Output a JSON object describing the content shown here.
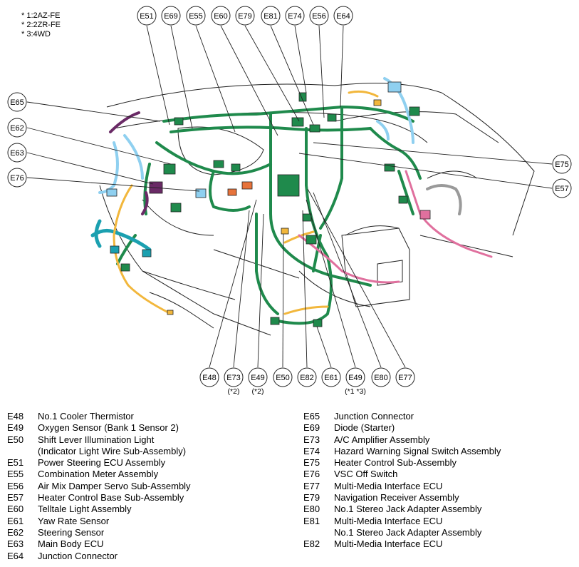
{
  "notes": [
    "* 1:2AZ-FE",
    "* 2:2ZR-FE",
    "* 3:4WD"
  ],
  "callouts_top": [
    "E51",
    "E69",
    "E55",
    "E60",
    "E79",
    "E81",
    "E74",
    "E56",
    "E64"
  ],
  "callouts_left": [
    "E65",
    "E62",
    "E63",
    "E76"
  ],
  "callouts_right": [
    "E75",
    "E57"
  ],
  "callouts_bottom": [
    "E48",
    "E73",
    "E49",
    "E50",
    "E82",
    "E61",
    "E49",
    "E80",
    "E77"
  ],
  "bottom_notes": {
    "e73": "(*2)",
    "e49a": "(*2)",
    "e49b": "(*1 *3)"
  },
  "colors": {
    "harness_green": "#1f8a4c",
    "harness_yellow": "#f2b73c",
    "harness_blue": "#8fd0f0",
    "harness_pink": "#e0709e",
    "harness_purple": "#6a2a66",
    "harness_teal": "#1ba0b0",
    "line": "#222222"
  },
  "legend_left": [
    {
      "code": "E48",
      "desc": "No.1 Cooler Thermistor"
    },
    {
      "code": "E49",
      "desc": "Oxygen Sensor (Bank 1 Sensor 2)"
    },
    {
      "code": "E50",
      "desc": "Shift Lever Illumination Light"
    },
    {
      "code": "",
      "desc": "(Indicator Light Wire Sub-Assembly)"
    },
    {
      "code": "E51",
      "desc": "Power Steering ECU Assembly"
    },
    {
      "code": "E55",
      "desc": "Combination Meter Assembly"
    },
    {
      "code": "E56",
      "desc": "Air Mix Damper Servo Sub-Assembly"
    },
    {
      "code": "E57",
      "desc": "Heater Control Base Sub-Assembly"
    },
    {
      "code": "E60",
      "desc": "Telltale Light Assembly"
    },
    {
      "code": "E61",
      "desc": "Yaw Rate Sensor"
    },
    {
      "code": "E62",
      "desc": "Steering Sensor"
    },
    {
      "code": "E63",
      "desc": "Main Body ECU"
    },
    {
      "code": "E64",
      "desc": "Junction Connector"
    }
  ],
  "legend_right": [
    {
      "code": "E65",
      "desc": "Junction Connector"
    },
    {
      "code": "E69",
      "desc": "Diode (Starter)"
    },
    {
      "code": "E73",
      "desc": "A/C Amplifier Assembly"
    },
    {
      "code": "E74",
      "desc": "Hazard Warning Signal Switch Assembly"
    },
    {
      "code": "E75",
      "desc": "Heater Control Sub-Assembly"
    },
    {
      "code": "E76",
      "desc": "VSC Off Switch"
    },
    {
      "code": "E77",
      "desc": "Multi-Media Interface ECU"
    },
    {
      "code": "E79",
      "desc": "Navigation Receiver Assembly"
    },
    {
      "code": "E80",
      "desc": "No.1 Stereo Jack Adapter Assembly"
    },
    {
      "code": "E81",
      "desc": "Multi-Media Interface ECU"
    },
    {
      "code": "",
      "desc": "No.1 Stereo Jack Adapter Assembly"
    },
    {
      "code": "E82",
      "desc": "Multi-Media Interface ECU"
    }
  ]
}
